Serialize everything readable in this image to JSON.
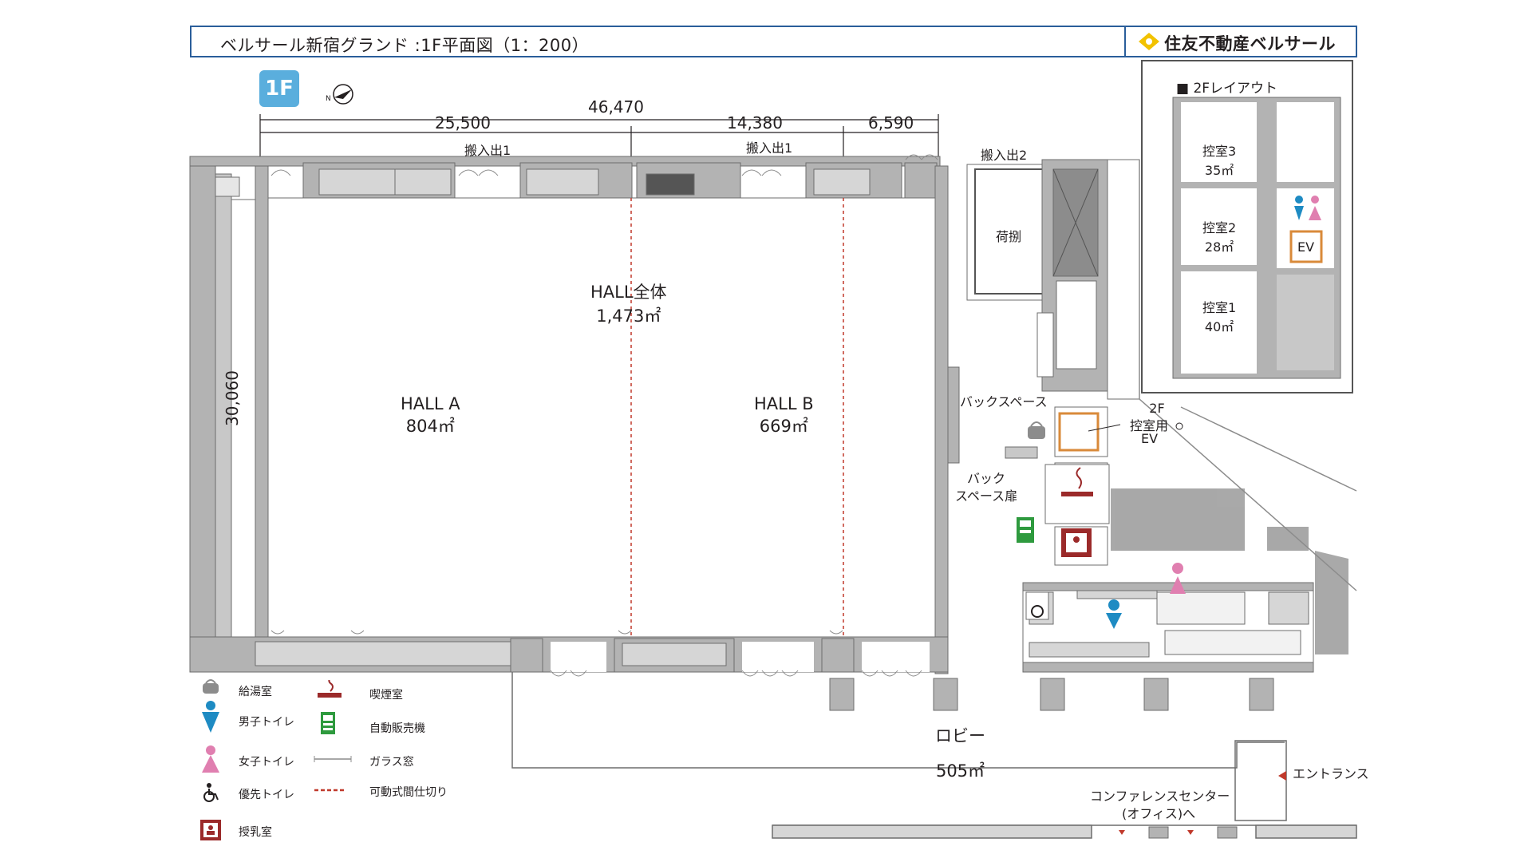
{
  "header": {
    "title": "ベルサール新宿グランド :1F平面図（1：200）",
    "brand": "住友不動産ベルサール"
  },
  "floor_badge": "1F",
  "compass_label": "N",
  "dimensions": {
    "total_width": "46,470",
    "segment_a": "25,500",
    "segment_b": "14,380",
    "segment_c": "6,590",
    "depth": "30,060"
  },
  "loading": {
    "entry1_left": "搬入出1",
    "entry1_right": "搬入出1",
    "entry2": "搬入出2",
    "unloading": "荷捌"
  },
  "halls": {
    "whole": {
      "name": "HALL全体",
      "area": "1,473㎡"
    },
    "a": {
      "name": "HALL A",
      "area": "804㎡"
    },
    "b": {
      "name": "HALL B",
      "area": "669㎡"
    }
  },
  "back": {
    "space": "バックスペース",
    "door_line1": "バック",
    "door_line2": "スペース扉",
    "ev_line1": "2F",
    "ev_line2": "控室用",
    "ev_line3": "EV"
  },
  "lobby": {
    "name": "ロビー",
    "area": "505㎡"
  },
  "entrance": "エントランス",
  "conference": {
    "line1": "コンファレンスセンター",
    "line2": "(オフィス)へ"
  },
  "inset": {
    "title": "■ 2Fレイアウト",
    "rooms": [
      {
        "name": "控室3",
        "area": "35㎡"
      },
      {
        "name": "控室2",
        "area": "28㎡"
      },
      {
        "name": "控室1",
        "area": "40㎡"
      }
    ],
    "ev": "EV"
  },
  "legend": [
    {
      "icon": "kettle-icon",
      "label": "給湯室"
    },
    {
      "icon": "smoking-icon",
      "label": "喫煙室"
    },
    {
      "icon": "male-toilet-icon",
      "label": "男子トイレ"
    },
    {
      "icon": "vending-machine-icon",
      "label": "自動販売機"
    },
    {
      "icon": "female-toilet-icon",
      "label": "女子トイレ"
    },
    {
      "icon": "glass-window-icon",
      "label": "ガラス窓"
    },
    {
      "icon": "accessible-toilet-icon",
      "label": "優先トイレ"
    },
    {
      "icon": "movable-partition-icon",
      "label": "可動式間仕切り"
    },
    {
      "icon": "nursing-room-icon",
      "label": "授乳室"
    }
  ],
  "colors": {
    "wall": "#b3b3b3",
    "wall_dark": "#8c8c8c",
    "male": "#1e8bc3",
    "female": "#e07fb0",
    "smoking": "#9b2a2a",
    "vending": "#2e9a3e",
    "partition": "#c0392b",
    "header_border": "#2a5e9a",
    "badge": "#5aaedd"
  }
}
